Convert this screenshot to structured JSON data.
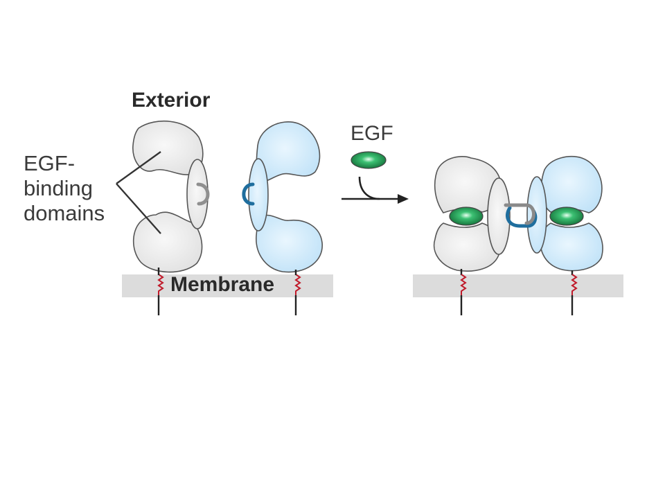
{
  "labels": {
    "exterior": "Exterior",
    "egf": "EGF",
    "binding_domains": [
      "EGF-",
      "binding",
      "domains"
    ],
    "membrane": "Membrane"
  },
  "colors": {
    "grey_receptor_fill": "#ececec",
    "blue_receptor_fill": "#d2ebfb",
    "outline": "#555555",
    "membrane": "#dcdcdc",
    "anchor_red": "#c01a2a",
    "dimer_arm_blue": "#1f6e9e",
    "dimer_arm_grey": "#8a8a8a",
    "egf_green": "#2aa35c"
  },
  "icons": [
    "egf-ligand",
    "binding-arrow",
    "dimerization-arm",
    "transmembrane-anchor"
  ]
}
